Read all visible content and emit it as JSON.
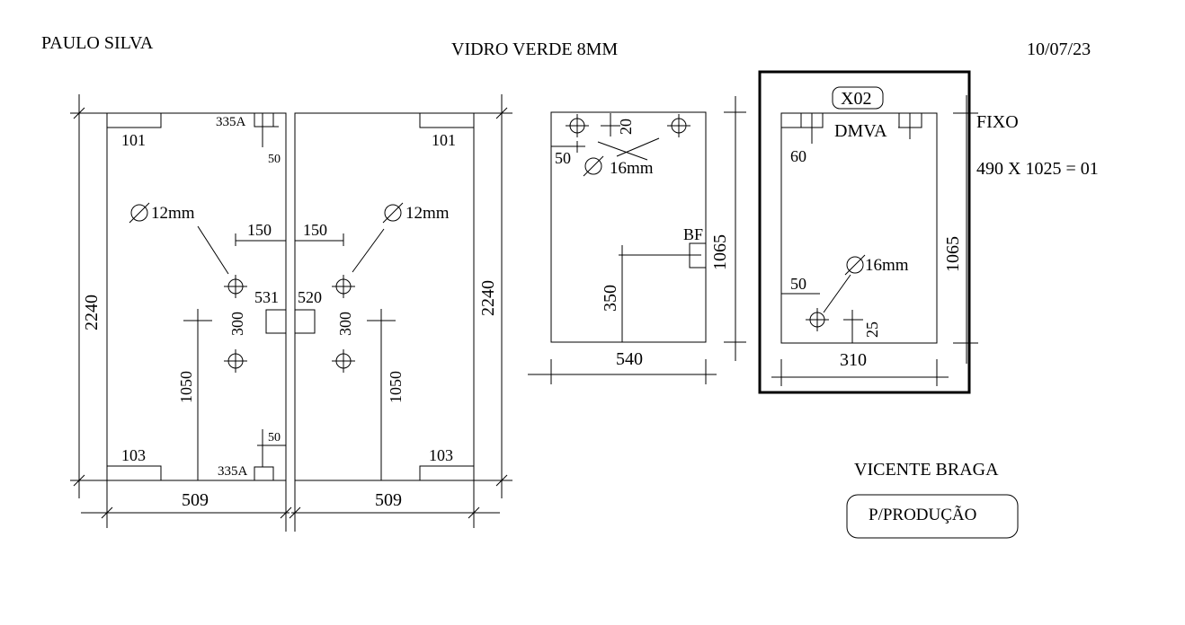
{
  "header": {
    "client": "PAULO SILVA",
    "material": "VIDRO VERDE 8MM",
    "date": "10/07/23"
  },
  "footer": {
    "author": "VICENTE BRAGA",
    "stamp": "P/PRODUÇÃO"
  },
  "door_left": {
    "height": "2240",
    "width": "509",
    "notch_top": "101",
    "notch_bottom": "103",
    "hinge_top": "335A",
    "hinge_bottom": "335A",
    "hinge_top_offset": "50",
    "hinge_bottom_offset": "50",
    "hole_label": "12mm",
    "hole_offset": "150",
    "hole_spacing": "300",
    "lock_label": "531",
    "handle_height": "1050"
  },
  "door_right": {
    "height": "2240",
    "width": "509",
    "notch_top": "101",
    "notch_bottom": "103",
    "hole_label": "12mm",
    "hole_offset": "150",
    "hole_spacing": "300",
    "lock_label": "520",
    "handle_height": "1050"
  },
  "panel_middle": {
    "width": "540",
    "height": "1065",
    "hole_label": "16mm",
    "offset_top": "20",
    "offset_side": "50",
    "bf_label": "BF",
    "bf_height": "350"
  },
  "panel_x02": {
    "tag": "X02",
    "fitting": "DMVA",
    "offset_60": "60",
    "hole_label": "16mm",
    "offset_side": "50",
    "offset_bottom": "25",
    "width": "310",
    "height": "1065",
    "type_label": "FIXO",
    "spec": "490 X 1025 = 01"
  }
}
